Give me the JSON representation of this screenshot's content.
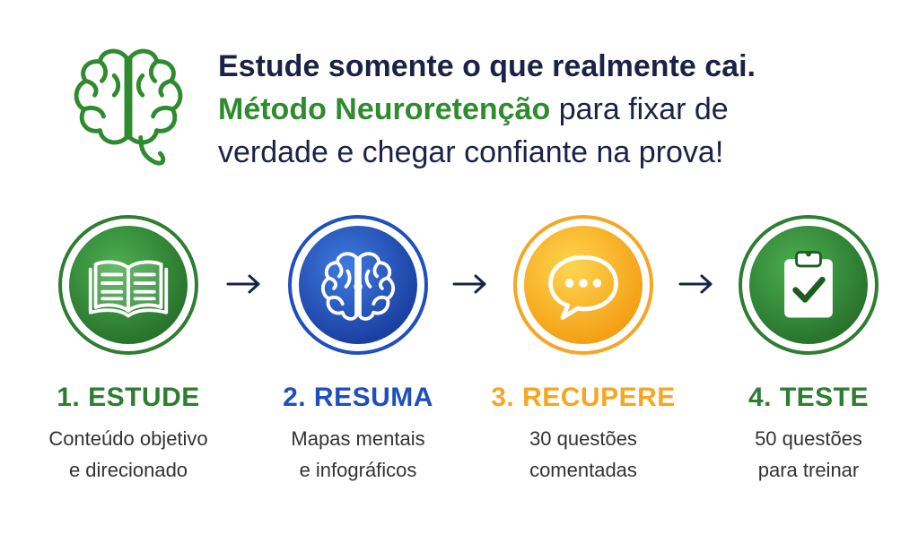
{
  "headline": {
    "line1": "Estude somente o que realmente cai.",
    "line2_highlight": "Método Neuroretenção",
    "line2_rest": " para fixar de",
    "line3": "verdade e chegar confiante na prova!"
  },
  "colors": {
    "navy": "#1a2346",
    "green": "#2e8b2e",
    "blue": "#1f4fbf",
    "orange": "#f5a623"
  },
  "steps": [
    {
      "title": "1. ESTUDE",
      "desc_line1": "Conteúdo objetivo",
      "desc_line2": "e direcionado",
      "icon": "open-book-icon",
      "color": "#2e7d32"
    },
    {
      "title": "2. RESUMA",
      "desc_line1": "Mapas mentais",
      "desc_line2": "e infográficos",
      "icon": "brain-icon",
      "color": "#1f4fbf"
    },
    {
      "title": "3. RECUPERE",
      "desc_line1": "30 questões",
      "desc_line2": "comentadas",
      "icon": "chat-bubble-icon",
      "color": "#f5a623"
    },
    {
      "title": "4. TESTE",
      "desc_line1": "50 questões",
      "desc_line2": "para treinar",
      "icon": "clipboard-check-icon",
      "color": "#2e7d32"
    }
  ]
}
